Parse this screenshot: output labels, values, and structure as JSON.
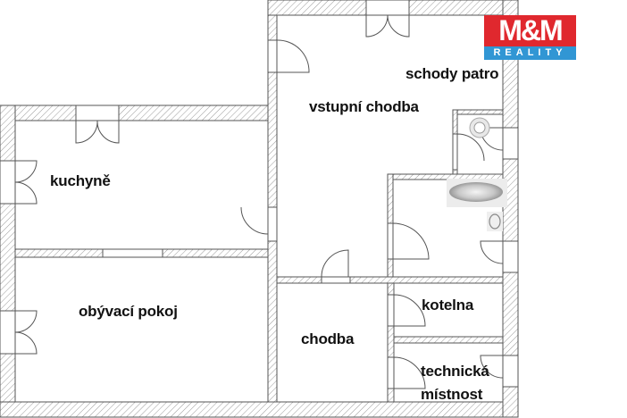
{
  "plan": {
    "rooms": [
      {
        "id": "kuchyne",
        "label": "kuchyně"
      },
      {
        "id": "obyvaci-pokoj",
        "label": "obývací pokoj"
      },
      {
        "id": "vstupni-chodba",
        "label": "vstupní chodba"
      },
      {
        "id": "schody-patro",
        "label": "schody patro"
      },
      {
        "id": "chodba",
        "label": "chodba"
      },
      {
        "id": "kotelna",
        "label": "kotelna"
      },
      {
        "id": "technicka-mistnost-line1",
        "label": "technická"
      },
      {
        "id": "technicka-mistnost-line2",
        "label": "místnost"
      }
    ]
  },
  "logo": {
    "top": "M&M",
    "bottom": "REALITY",
    "colors": {
      "red": "#e0282e",
      "blue": "#3196d4"
    }
  },
  "colors": {
    "wall_line": "#555555",
    "hatch": "#9a9a9a",
    "background": "#ffffff"
  }
}
